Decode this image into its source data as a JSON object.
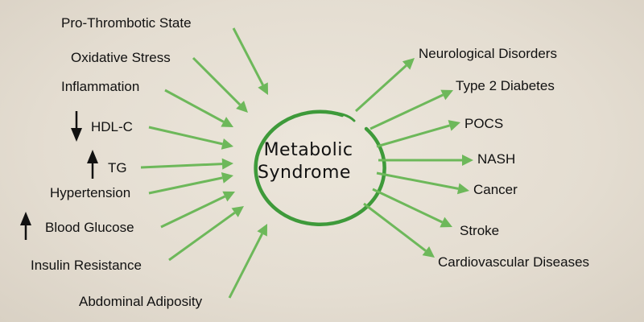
{
  "accent_color": "#6db85a",
  "center": {
    "line1": "Metabolic",
    "line2": "Syndrome"
  },
  "causes": [
    {
      "label": "Pro-Thrombotic State",
      "indicator": ""
    },
    {
      "label": "Oxidative Stress",
      "indicator": ""
    },
    {
      "label": "Inflammation",
      "indicator": ""
    },
    {
      "label": "HDL-C",
      "indicator": "down"
    },
    {
      "label": "TG",
      "indicator": "up"
    },
    {
      "label": "Hypertension",
      "indicator": ""
    },
    {
      "label": "Blood Glucose",
      "indicator": "up"
    },
    {
      "label": "Insulin Resistance",
      "indicator": ""
    },
    {
      "label": "Abdominal Adiposity",
      "indicator": ""
    }
  ],
  "outcomes": [
    {
      "label": "Neurological Disorders"
    },
    {
      "label": "Type 2 Diabetes"
    },
    {
      "label": "POCS"
    },
    {
      "label": "NASH"
    },
    {
      "label": "Cancer"
    },
    {
      "label": "Stroke"
    },
    {
      "label": "Cardiovascular Diseases"
    }
  ]
}
